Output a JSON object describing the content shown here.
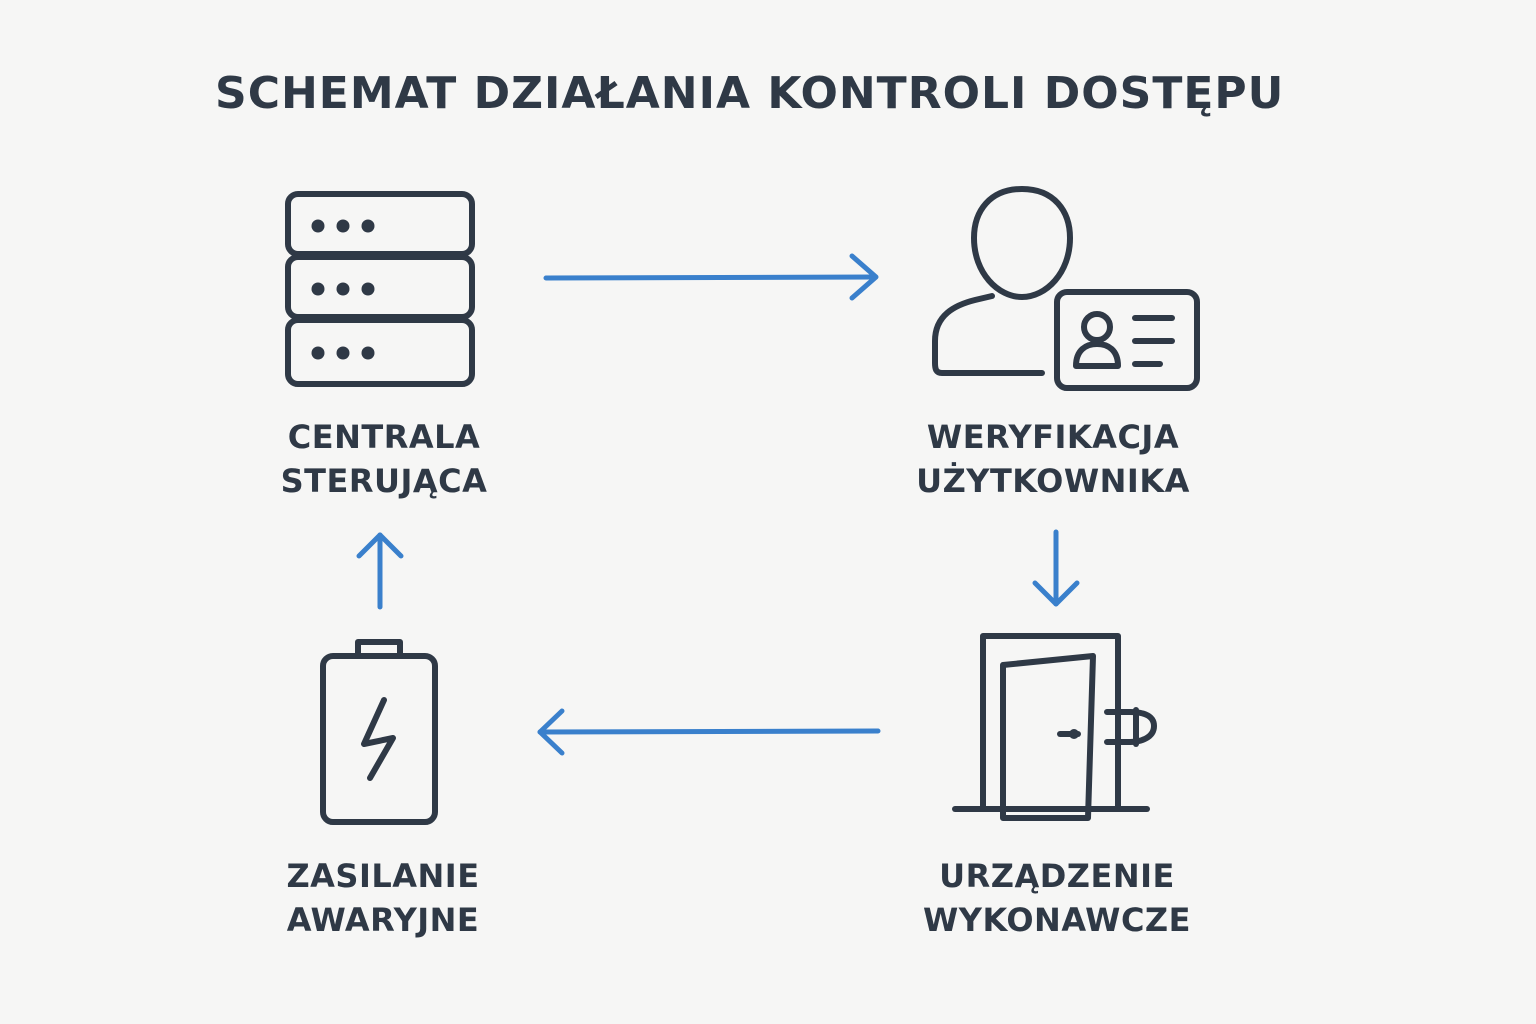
{
  "title": "SCHEMAT DZIAŁANIA KONTROLI DOSTĘPU",
  "colors": {
    "background": "#f6f6f5",
    "text": "#2f3946",
    "icon_stroke": "#2f3946",
    "arrow": "#3a80cc"
  },
  "nodes": [
    {
      "id": "central",
      "icon": "server-rack-icon",
      "label_lines": [
        "CENTRALA",
        "STERUJĄCA"
      ]
    },
    {
      "id": "verification",
      "icon": "user-id-card-icon",
      "label_lines": [
        "WERYFIKACJA",
        "UŻYTKOWNIKA"
      ]
    },
    {
      "id": "actuator",
      "icon": "open-door-icon",
      "label_lines": [
        "URZĄDZENIE",
        "WYKONAWCZE"
      ]
    },
    {
      "id": "backup-power",
      "icon": "battery-icon",
      "label_lines": [
        "ZASILANIE",
        "AWARYJNE"
      ]
    }
  ],
  "edges": [
    {
      "from": "central",
      "to": "verification"
    },
    {
      "from": "verification",
      "to": "actuator"
    },
    {
      "from": "actuator",
      "to": "backup-power"
    },
    {
      "from": "backup-power",
      "to": "central"
    }
  ]
}
